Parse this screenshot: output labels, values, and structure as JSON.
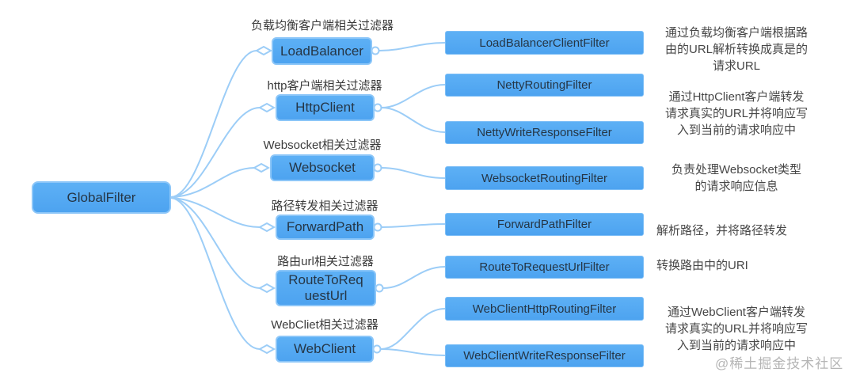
{
  "diagram": {
    "root": {
      "label": "GlobalFilter"
    },
    "branches": [
      {
        "category": "负载均衡客户端相关过滤器",
        "node": "LoadBalancer",
        "filters": [
          "LoadBalancerClientFilter"
        ],
        "desc_lines": [
          "通过负载均衡客户端根据路",
          "由的URL解析转换成真是的",
          "请求URL"
        ]
      },
      {
        "category": "http客户端相关过滤器",
        "node": "HttpClient",
        "filters": [
          "NettyRoutingFilter",
          "NettyWriteResponseFilter"
        ],
        "desc_lines": [
          "通过HttpClient客户端转发",
          "请求真实的URL并将响应写",
          "入到当前的请求响应中"
        ]
      },
      {
        "category": "Websocket相关过滤器",
        "node": "Websocket",
        "filters": [
          "WebsocketRoutingFilter"
        ],
        "desc_lines": [
          "负责处理Websocket类型",
          "的请求响应信息"
        ]
      },
      {
        "category": "路径转发相关过滤器",
        "node": "ForwardPath",
        "filters": [
          "ForwardPathFilter"
        ],
        "desc_lines": [
          "解析路径，并将路径转发"
        ]
      },
      {
        "category": "路由url相关过滤器",
        "node": "RouteToRequestUrl",
        "filters": [
          "RouteToRequestUrlFilter"
        ],
        "desc_lines": [
          "转换路由中的URI"
        ]
      },
      {
        "category": "WebCliet相关过滤器",
        "node": "WebClient",
        "filters": [
          "WebClientHttpRoutingFilter",
          "WebClientWriteResponseFilter"
        ],
        "desc_lines": [
          "通过WebClient客户端转发",
          "请求真实的URL并将响应写",
          "入到当前的请求响应中"
        ]
      }
    ],
    "colors": {
      "node_fill": "#55a8f2",
      "node_border": "#8cc6f8",
      "wire": "#9ccdf7",
      "text_dark": "#253646",
      "watermark": "#b5b5b5"
    },
    "watermark": "@稀土掘金技术社区"
  }
}
